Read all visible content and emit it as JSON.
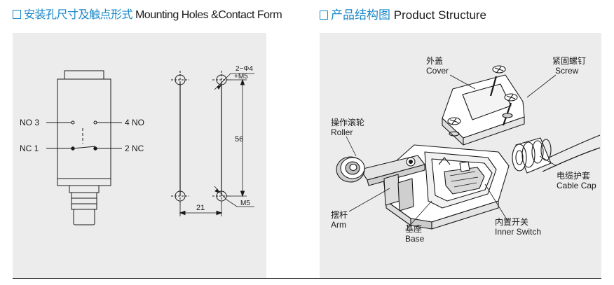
{
  "left_section": {
    "heading_zh": "安装孔尺寸及触点形式",
    "heading_en": "Mounting Holes &Contact Form",
    "contacts": {
      "no3": "NO 3",
      "no4": "4 NO",
      "nc1": "NC 1",
      "nc2": "2 NC"
    },
    "dimensions": {
      "holes": "2−Φ4",
      "thread_top": "+M5",
      "height": "56",
      "width": "21",
      "thread_bottom": "M5"
    }
  },
  "right_section": {
    "heading_zh": "产品结构图",
    "heading_en": "Product Structure",
    "parts": {
      "cover_zh": "外盖",
      "cover_en": "Cover",
      "screw_zh": "紧固螺钉",
      "screw_en": "Screw",
      "roller_zh": "操作滚轮",
      "roller_en": "Roller",
      "cable_cap_zh": "电缆护套",
      "cable_cap_en": "Cable Cap",
      "arm_zh": "摆杆",
      "arm_en": "Arm",
      "inner_switch_zh": "内置开关",
      "inner_switch_en": "Inner Switch",
      "base_zh": "基座",
      "base_en": "Base"
    }
  },
  "colors": {
    "accent": "#1a88c9",
    "panel": "#ececec",
    "line": "#1a1a1a"
  }
}
